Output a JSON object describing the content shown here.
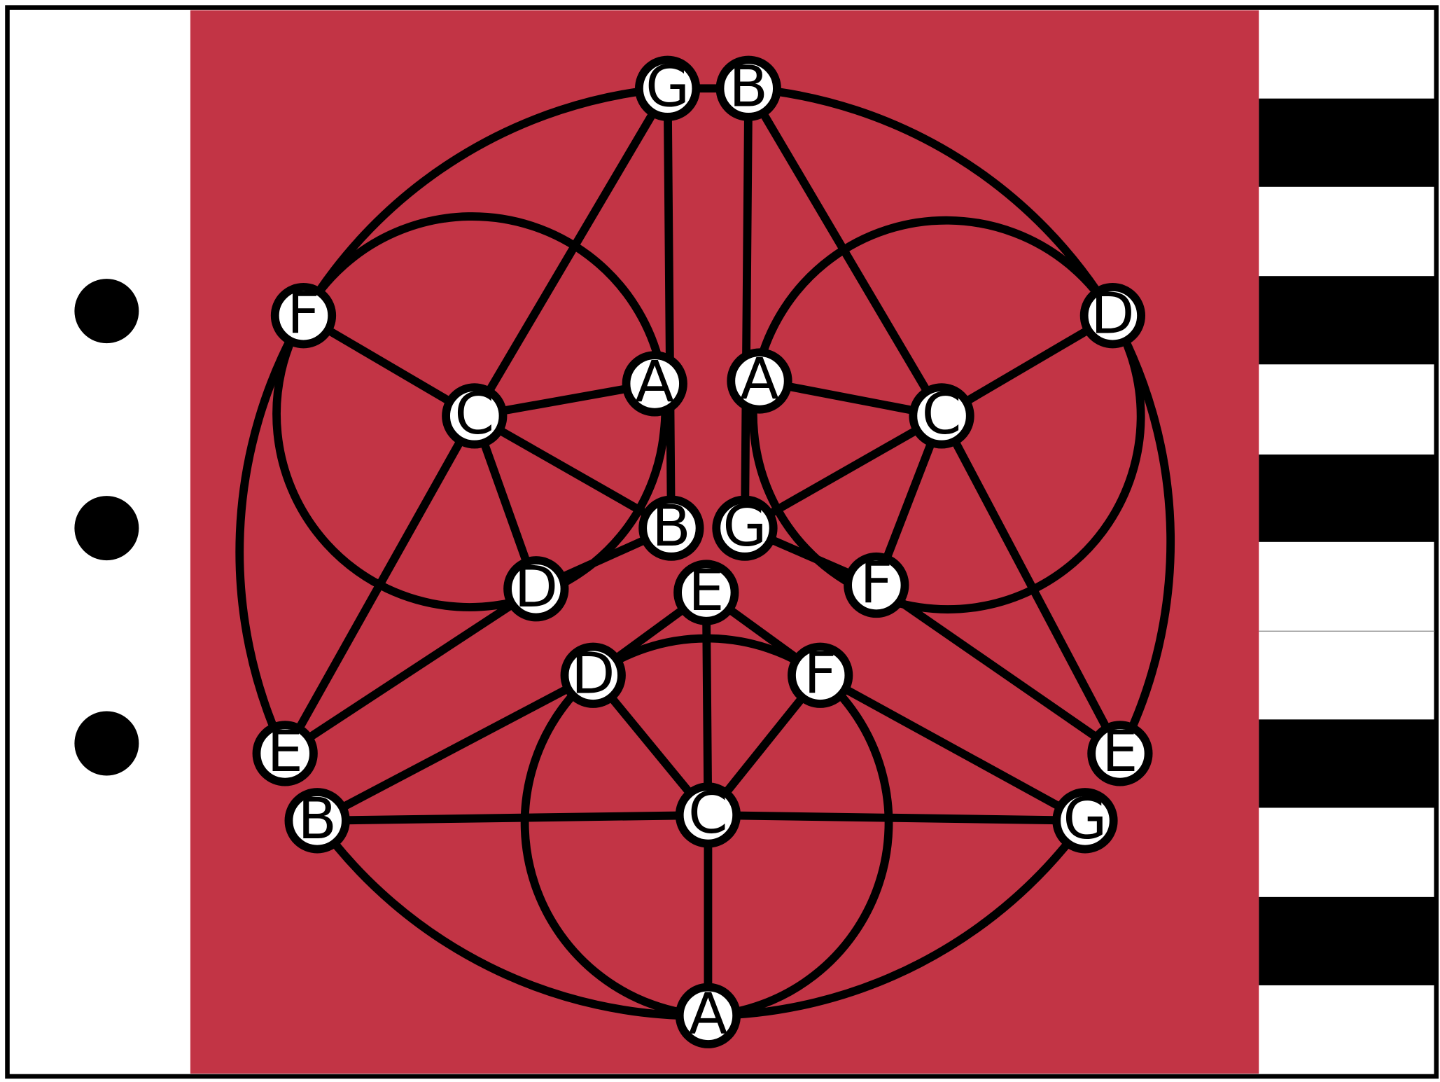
{
  "colors": {
    "background": "#ffffff",
    "panel": "#c23445",
    "edge": "#000000",
    "node_fill": "#ffffff",
    "node_stroke": "#000000",
    "dot": "#000000",
    "stripe_dark": "#000000"
  },
  "left_strip": {
    "dot_count": 3
  },
  "right_strip": {
    "pattern": "black-and-white horizontal stripes"
  },
  "graph": {
    "nodes": [
      {
        "id": "top_G",
        "label": "G"
      },
      {
        "id": "top_B",
        "label": "B"
      },
      {
        "id": "F_left",
        "label": "F"
      },
      {
        "id": "D_right",
        "label": "D"
      },
      {
        "id": "C_left",
        "label": "C"
      },
      {
        "id": "A_left",
        "label": "A"
      },
      {
        "id": "A_right",
        "label": "A"
      },
      {
        "id": "C_right",
        "label": "C"
      },
      {
        "id": "B_mid",
        "label": "B"
      },
      {
        "id": "G_mid",
        "label": "G"
      },
      {
        "id": "D_left",
        "label": "D"
      },
      {
        "id": "E_center",
        "label": "E"
      },
      {
        "id": "F_right",
        "label": "F"
      },
      {
        "id": "D_low",
        "label": "D"
      },
      {
        "id": "F_low",
        "label": "F"
      },
      {
        "id": "E_left",
        "label": "E"
      },
      {
        "id": "E_right",
        "label": "E"
      },
      {
        "id": "B_low",
        "label": "B"
      },
      {
        "id": "C_low",
        "label": "C"
      },
      {
        "id": "G_low",
        "label": "G"
      },
      {
        "id": "A_bottom",
        "label": "A"
      }
    ],
    "edges": [
      [
        "top_G",
        "top_B"
      ],
      [
        "top_G",
        "C_left"
      ],
      [
        "top_G",
        "B_mid"
      ],
      [
        "top_B",
        "C_right"
      ],
      [
        "top_B",
        "G_mid"
      ],
      [
        "F_left",
        "C_left"
      ],
      [
        "D_right",
        "C_right"
      ],
      [
        "C_left",
        "A_left"
      ],
      [
        "C_left",
        "B_mid"
      ],
      [
        "C_left",
        "D_left"
      ],
      [
        "C_left",
        "E_left"
      ],
      [
        "C_right",
        "A_right"
      ],
      [
        "C_right",
        "G_mid"
      ],
      [
        "C_right",
        "F_right"
      ],
      [
        "C_right",
        "E_right"
      ],
      [
        "D_left",
        "B_mid"
      ],
      [
        "D_left",
        "E_left"
      ],
      [
        "G_mid",
        "F_right"
      ],
      [
        "F_right",
        "E_right"
      ],
      [
        "E_center",
        "D_low"
      ],
      [
        "E_center",
        "F_low"
      ],
      [
        "E_center",
        "C_low"
      ],
      [
        "D_low",
        "C_low"
      ],
      [
        "F_low",
        "C_low"
      ],
      [
        "D_low",
        "B_low"
      ],
      [
        "F_low",
        "G_low"
      ],
      [
        "B_low",
        "C_low"
      ],
      [
        "C_low",
        "G_low"
      ],
      [
        "C_low",
        "A_bottom"
      ]
    ]
  }
}
